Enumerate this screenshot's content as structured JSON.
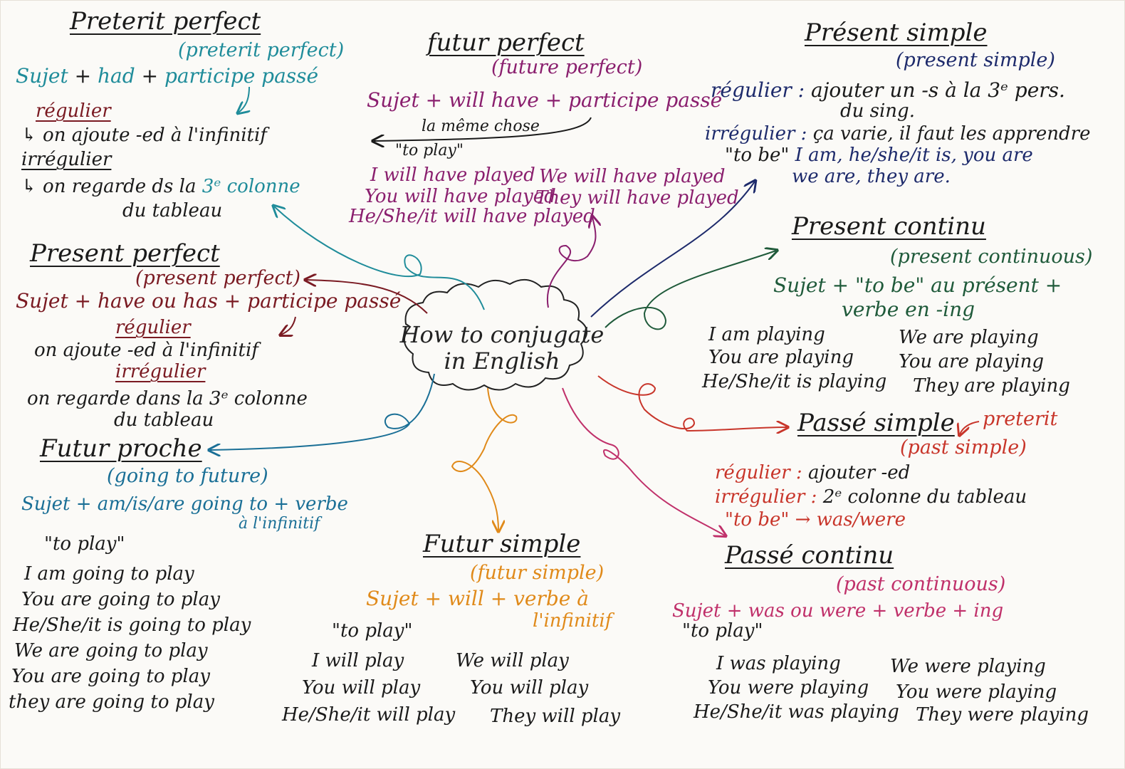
{
  "colors": {
    "preterit_perfect": "#1f8c9a",
    "futur_perfect": "#8a1f6e",
    "present_simple": "#1d2a6b",
    "present_perfect": "#7a1a22",
    "present_continu": "#1f5a3a",
    "futur_proche": "#1a6f96",
    "passe_simple": "#c8352a",
    "futur_simple": "#e08a1a",
    "passe_continu": "#c0306a",
    "ink": "#1a1a1a"
  },
  "center": {
    "line1": "How to conjugate",
    "line2": "in English"
  },
  "preterit_perfect": {
    "title": "Preterit perfect",
    "subtitle": "(preterit perfect)",
    "formula_sujet": "Sujet",
    "formula_plus1": "+",
    "formula_had": "had",
    "formula_plus2": "+",
    "formula_pp": "participe passé",
    "regulier_label": "régulier",
    "regulier_text": "↳ on ajoute -ed à l'infinitif",
    "irregulier_label": "irrégulier",
    "irregulier_text_a": "↳ on regarde ds la",
    "irregulier_text_b": "3ᵉ colonne",
    "irregulier_text_c": "du tableau"
  },
  "futur_perfect": {
    "title": "futur perfect",
    "subtitle": "(future perfect)",
    "formula": "Sujet + will have + participe passé",
    "note": "la même chose",
    "example_label": "\"to play\"",
    "conj": [
      "I will have played",
      "We will have played",
      "You will have played",
      "They will have played",
      "He/She/it will have played"
    ]
  },
  "present_simple": {
    "title": "Présent simple",
    "subtitle": "(present simple)",
    "regulier_label": "régulier :",
    "regulier_text": "ajouter un -s à la 3ᵉ pers.",
    "regulier_text2": "du sing.",
    "irregulier_label": "irrégulier :",
    "irregulier_text": "ça varie, il faut les apprendre",
    "tobe_label": "\"to be\"",
    "tobe_text": "I am, he/she/it is, you are",
    "tobe_text2": "we are, they are."
  },
  "present_perfect": {
    "title": "Present perfect",
    "subtitle": "(present perfect)",
    "formula": "Sujet + have ou has + participe passé",
    "regulier_label": "régulier",
    "regulier_text": "on ajoute -ed à l'infinitif",
    "irregulier_label": "irrégulier",
    "irregulier_text": "on regarde dans la 3ᵉ colonne",
    "irregulier_text2": "du tableau"
  },
  "present_continu": {
    "title": "Present continu",
    "subtitle": "(present continuous)",
    "formula": "Sujet + \"to be\" au présent +",
    "formula2": "verbe en -ing",
    "conj": [
      "I am playing",
      "We are playing",
      "You are playing",
      "You are playing",
      "He/She/it is playing",
      "They are playing"
    ]
  },
  "futur_proche": {
    "title": "Futur proche",
    "subtitle": "(going to future)",
    "formula": "Sujet + am/is/are going to + verbe",
    "formula2": "à l'infinitif",
    "example_label": "\"to play\"",
    "conj": [
      "I am going to play",
      "You are going to play",
      "He/She/it is going to play",
      "We are going to play",
      "You are going to play",
      "they are going to play"
    ]
  },
  "passe_simple": {
    "title": "Passé simple",
    "alias": "preterit",
    "subtitle": "(past simple)",
    "regulier_label": "régulier :",
    "regulier_text": "ajouter -ed",
    "irregulier_label": "irrégulier :",
    "irregulier_text": "2ᵉ colonne du tableau",
    "tobe_label": "\"to be\" →",
    "tobe_text": "was/were"
  },
  "futur_simple": {
    "title": "Futur simple",
    "subtitle": "(futur simple)",
    "formula": "Sujet + will + verbe à",
    "formula2": "l'infinitif",
    "example_label": "\"to play\"",
    "conj": [
      "I will play",
      "We will play",
      "You will play",
      "You will play",
      "He/She/it will play",
      "They will play"
    ]
  },
  "passe_continu": {
    "title": "Passé continu",
    "subtitle": "(past continuous)",
    "formula_sujet": "Sujet",
    "formula_rest": "+ was ou were + verbe + ing",
    "example_label": "\"to play\"",
    "conj": [
      "I was playing",
      "We were playing",
      "You were playing",
      "You were playing",
      "He/She/it was playing",
      "They were playing"
    ]
  }
}
